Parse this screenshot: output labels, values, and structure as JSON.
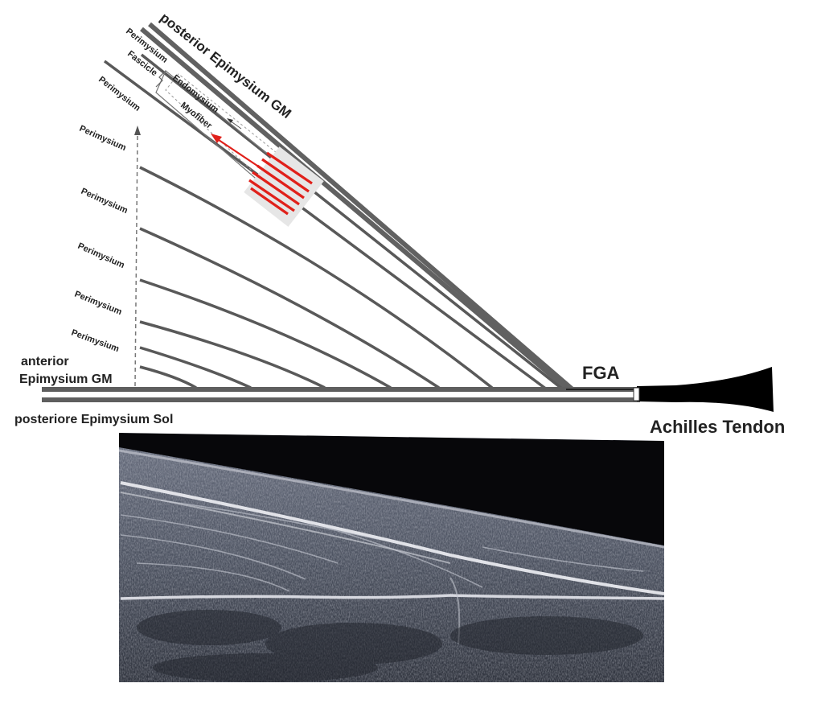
{
  "labels": {
    "posterior_epimysium_gm": "posterior Epimysium GM",
    "perimysium": "Perimysium",
    "fascicle": "Fascicle",
    "endomysium": "Endomysium",
    "myofiber": "Myofiber",
    "anterior": "anterior",
    "epimysium_gm": "Epimysium GM",
    "posterior_epimysium_sol": "posteriore Epimysium Sol",
    "fga": "FGA",
    "achilles_tendon": "Achilles Tendon"
  },
  "colors": {
    "line": "#595959",
    "epimysium": "#616161",
    "myofiber": "#e0201a",
    "tendon": "#000000",
    "ultrasound_bg": "#4a4f5c",
    "ultrasound_dark": "#07070a"
  },
  "image": {
    "type": "ultrasound-scan"
  }
}
